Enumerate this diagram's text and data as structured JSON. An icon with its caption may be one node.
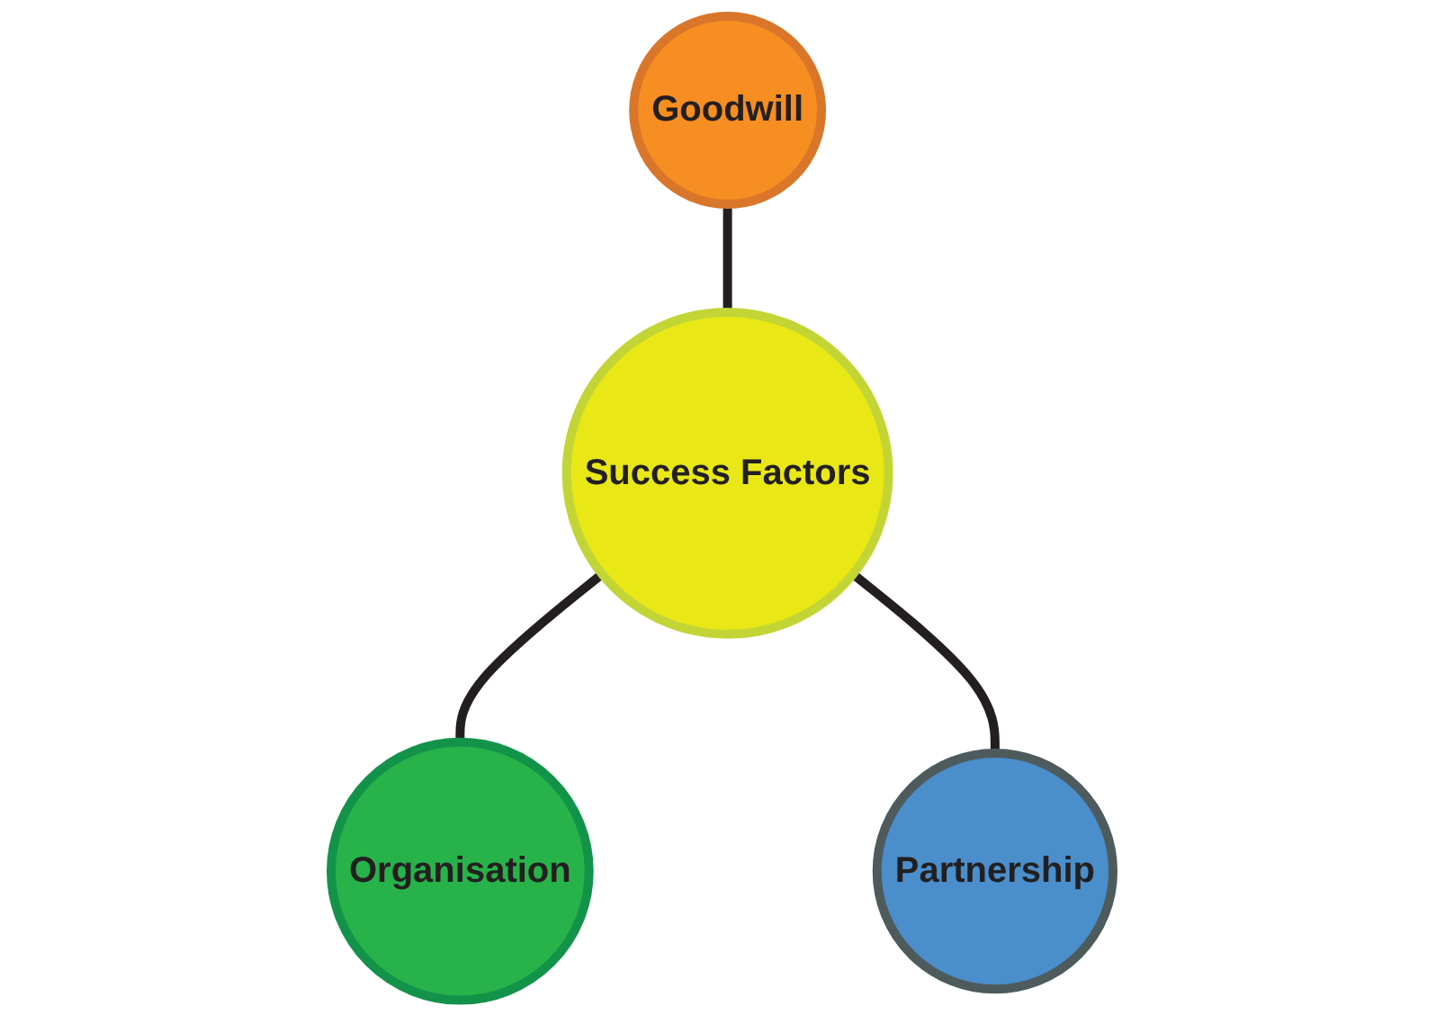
{
  "diagram": {
    "nodes": [
      {
        "text": [
          "Goodwill"
        ]
      },
      {
        "text": [
          "Success Factors"
        ]
      },
      {
        "text": [
          "Organisation"
        ]
      },
      {
        "text": [
          "Partnership"
        ]
      }
    ],
    "edges": [
      {
        "from": 0,
        "to": 1,
        "arrow": "none"
      },
      {
        "from": 1,
        "to": 2,
        "arrow": "none"
      },
      {
        "from": 1,
        "to": 3,
        "arrow": "none"
      }
    ]
  }
}
